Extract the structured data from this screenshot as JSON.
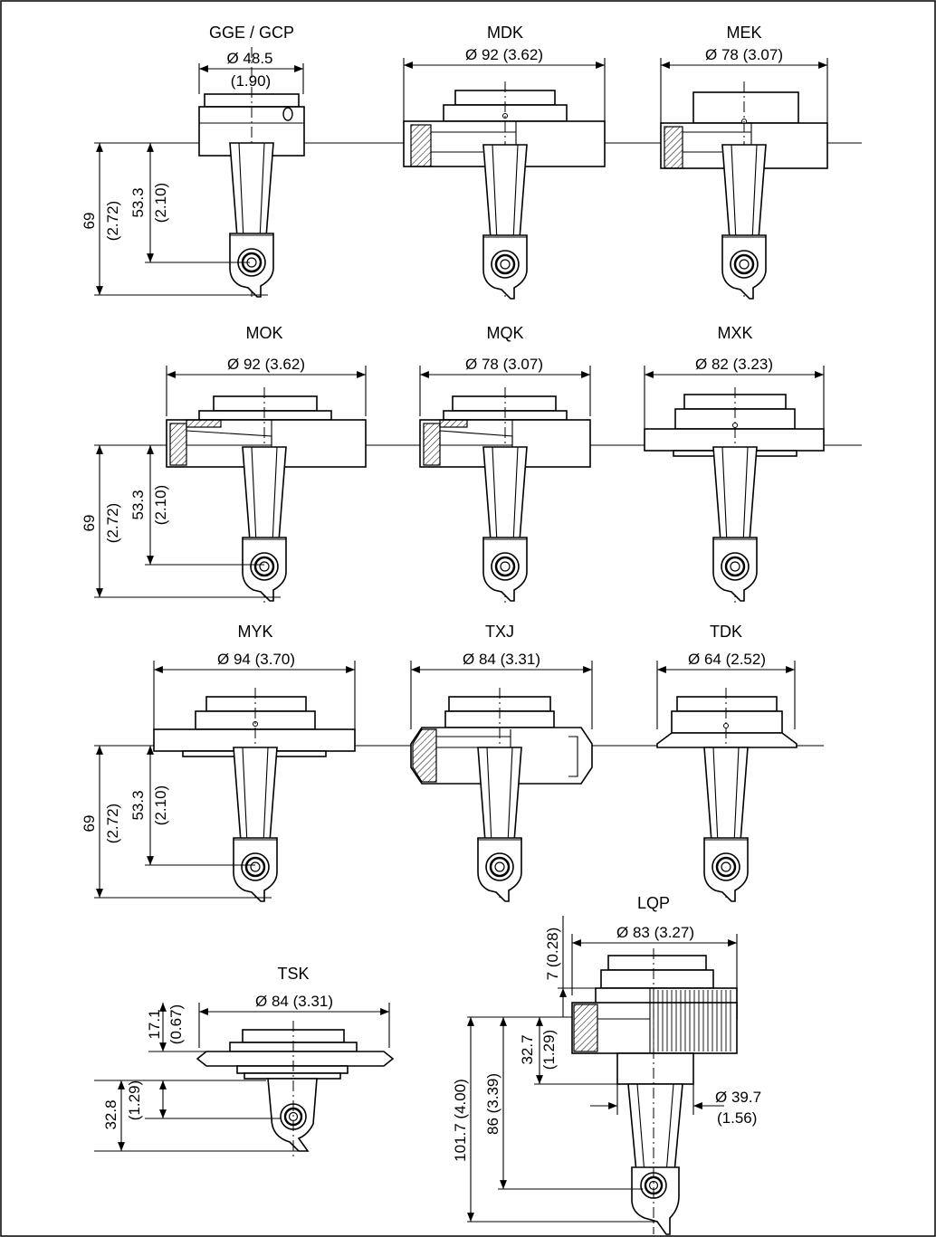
{
  "variants": [
    {
      "name": "GGE / GCP",
      "diameter": "Ø 48.5",
      "diameter_in": "(1.90)",
      "height_total": "69",
      "height_total_in": "(2.72)",
      "height_pin": "53.3",
      "height_pin_in": "(2.10)"
    },
    {
      "name": "MDK",
      "diameter": "Ø 92 (3.62)"
    },
    {
      "name": "MEK",
      "diameter": "Ø 78 (3.07)"
    },
    {
      "name": "MOK",
      "diameter": "Ø 92 (3.62)",
      "height_total": "69",
      "height_total_in": "(2.72)",
      "height_pin": "53.3",
      "height_pin_in": "(2.10)"
    },
    {
      "name": "MQK",
      "diameter": "Ø 78 (3.07)"
    },
    {
      "name": "MXK",
      "diameter": "Ø 82 (3.23)"
    },
    {
      "name": "MYK",
      "diameter": "Ø 94 (3.70)",
      "height_total": "69",
      "height_total_in": "(2.72)",
      "height_pin": "53.3",
      "height_pin_in": "(2.10)"
    },
    {
      "name": "TXJ",
      "diameter": "Ø 84 (3.31)"
    },
    {
      "name": "TDK",
      "diameter": "Ø 64 (2.52)"
    },
    {
      "name": "TSK",
      "diameter": "Ø 84 (3.31)",
      "height_top": "17.1",
      "height_top_in": "(0.67)",
      "height_bottom": "32.8",
      "height_bottom_in": "(1.29)"
    },
    {
      "name": "LQP",
      "diameter": "Ø 83 (3.27)",
      "height_top": "7 (0.28)",
      "height_mid": "32.7",
      "height_mid_in": "(1.29)",
      "height_a": "86 (3.39)",
      "height_b": "101.7 (4.00)",
      "shaft_diameter": "Ø 39.7",
      "shaft_diameter_in": "(1.56)"
    }
  ]
}
